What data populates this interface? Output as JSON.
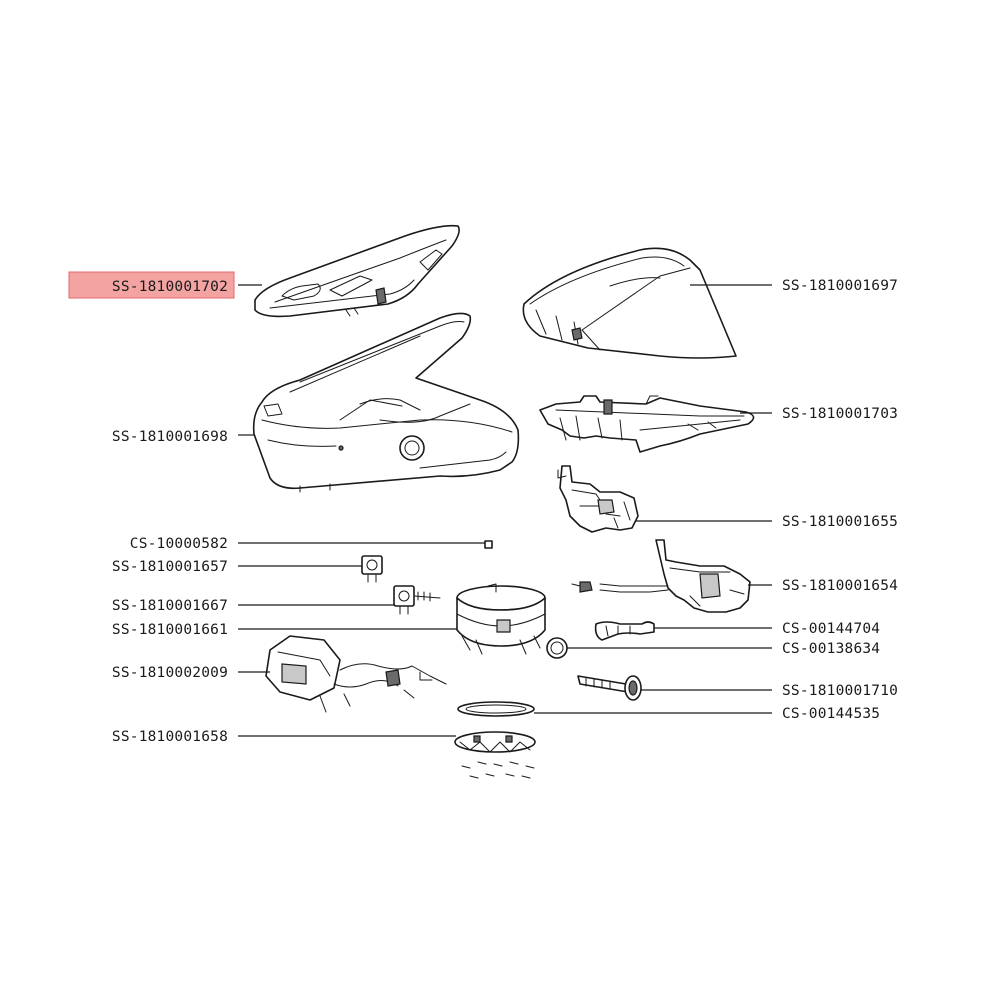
{
  "colors": {
    "line": "#1a1a1a",
    "highlight_fill": "#f4a3a3",
    "highlight_stroke": "#e06a6a",
    "background": "#ffffff"
  },
  "parts": [
    {
      "id": "p1702",
      "code": "SS-1810001702",
      "side": "left",
      "highlighted": true
    },
    {
      "id": "p1698",
      "code": "SS-1810001698",
      "side": "left",
      "highlighted": false
    },
    {
      "id": "p0582",
      "code": "CS-10000582",
      "side": "left",
      "highlighted": false
    },
    {
      "id": "p1657",
      "code": "SS-1810001657",
      "side": "left",
      "highlighted": false
    },
    {
      "id": "p1667",
      "code": "SS-1810001667",
      "side": "left",
      "highlighted": false
    },
    {
      "id": "p1661",
      "code": "SS-1810001661",
      "side": "left",
      "highlighted": false
    },
    {
      "id": "p2009",
      "code": "SS-1810002009",
      "side": "left",
      "highlighted": false
    },
    {
      "id": "p1658",
      "code": "SS-1810001658",
      "side": "left",
      "highlighted": false
    },
    {
      "id": "p1697",
      "code": "SS-1810001697",
      "side": "right",
      "highlighted": false
    },
    {
      "id": "p1703",
      "code": "SS-1810001703",
      "side": "right",
      "highlighted": false
    },
    {
      "id": "p1655",
      "code": "SS-1810001655",
      "side": "right",
      "highlighted": false
    },
    {
      "id": "p1654",
      "code": "SS-1810001654",
      "side": "right",
      "highlighted": false
    },
    {
      "id": "p4704",
      "code": "CS-00144704",
      "side": "right",
      "highlighted": false
    },
    {
      "id": "p8634",
      "code": "CS-00138634",
      "side": "right",
      "highlighted": false
    },
    {
      "id": "p1710",
      "code": "SS-1810001710",
      "side": "right",
      "highlighted": false
    },
    {
      "id": "p4535",
      "code": "CS-00144535",
      "side": "right",
      "highlighted": false
    }
  ]
}
